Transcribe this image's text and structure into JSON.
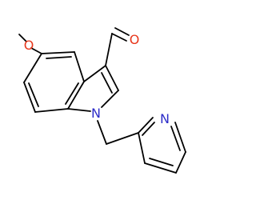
{
  "molecule": {
    "atom_labels": {
      "methoxy_O": "O",
      "aldehyde_O": "O",
      "indole_N": "N",
      "pyridine_N": "N"
    },
    "colors": {
      "bond": "#000000",
      "oxygen": "#e8361b",
      "nitrogen": "#2d2dc8"
    }
  }
}
